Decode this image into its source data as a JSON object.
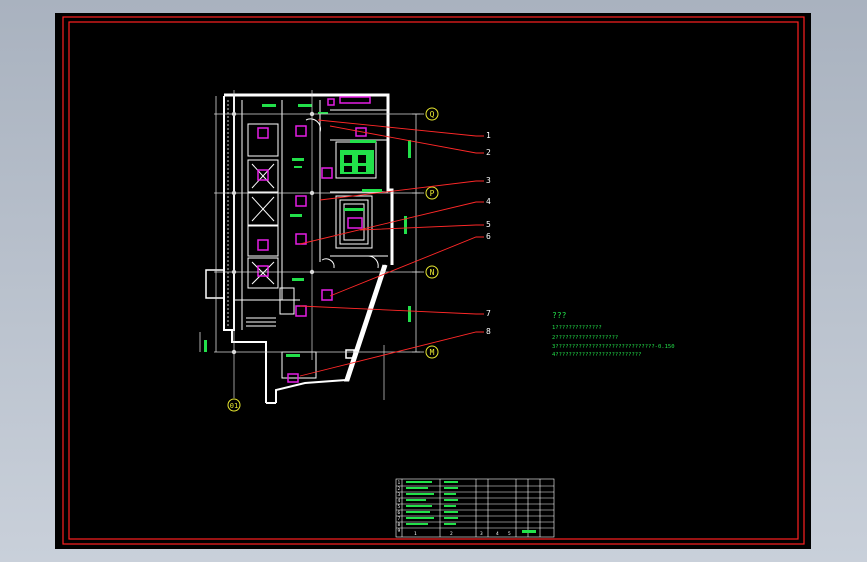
{
  "colors": {
    "background": "#000000",
    "frame": "#ff2020",
    "wall": "#ffffff",
    "line": "#ffffff",
    "leader": "#ff2828",
    "text": "#22e04a",
    "magenta": "#e51ee5",
    "axis": "#e8e830",
    "gridline": "#d8d8d8"
  },
  "axes": {
    "row_labels": [
      "Q",
      "P",
      "N",
      "M"
    ],
    "column_label": "01"
  },
  "callouts": [
    "1",
    "2",
    "3",
    "4",
    "5",
    "6",
    "7",
    "8"
  ],
  "notes": {
    "heading": "???",
    "lines": [
      "1??????????????",
      "2???????????????????",
      "3??????????????????????????????-0.150",
      "4??????????????????????????"
    ]
  },
  "table": {
    "row_numbers": [
      "1",
      "2",
      "3",
      "4",
      "5",
      "6",
      "7",
      "8",
      "9"
    ],
    "footer_cells": [
      "1",
      "2",
      "3",
      "4",
      "5"
    ]
  }
}
